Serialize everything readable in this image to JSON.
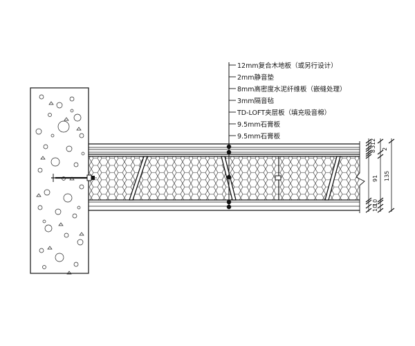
{
  "callouts": [
    "12mm复合木地板（或另行设计）",
    "2mm静音垫",
    "8mm高密度水泥纤维板（嵌缝处理）",
    "3mm隔音毡",
    "TD-LOFT夹层板（填充吸音棉）",
    "9.5mm石膏板",
    "9.5mm石膏板"
  ],
  "dimensions": {
    "top_small": [
      "8",
      "3",
      "12",
      "2"
    ],
    "core": "91",
    "total": "135",
    "bottom_small": [
      "10",
      "10"
    ]
  }
}
